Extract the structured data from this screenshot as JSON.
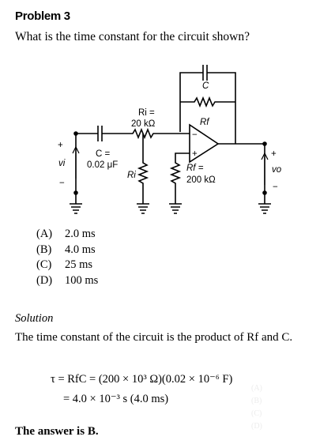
{
  "problem": {
    "title": "Problem 3",
    "question": "What is the time constant for the circuit shown?"
  },
  "circuit": {
    "labels": {
      "c_feedback": "C",
      "rf_feedback": "Rf",
      "ri_top_1": "Ri =",
      "ri_top_2": "20 kΩ",
      "c_input_1": "C =",
      "c_input_2": "0.02 μF",
      "vi": "vi",
      "vi_plus": "+",
      "vi_minus": "−",
      "ri_shunt": "Ri",
      "rf_shunt_1": "Rf =",
      "rf_shunt_2": "200 kΩ",
      "opamp_minus": "−",
      "opamp_plus": "+",
      "vo": "vo",
      "vo_plus": "+",
      "vo_minus": "−"
    }
  },
  "choices": [
    {
      "letter": "(A)",
      "text": "2.0 ms"
    },
    {
      "letter": "(B)",
      "text": "4.0 ms"
    },
    {
      "letter": "(C)",
      "text": "25 ms"
    },
    {
      "letter": "(D)",
      "text": "100 ms"
    }
  ],
  "solution": {
    "heading": "Solution",
    "text": "The time constant of the circuit is the product of Rf and C.",
    "eq1_lhs": "τ = RfC = (200 × 10³ Ω)(0.02 × 10⁻⁶ F)",
    "eq2_rhs": "= 4.0 × 10⁻³ s  (4.0 ms)",
    "answer": "The answer is B."
  },
  "faint_marks": [
    "(A)",
    "(B)",
    "(C)",
    "(D)"
  ]
}
